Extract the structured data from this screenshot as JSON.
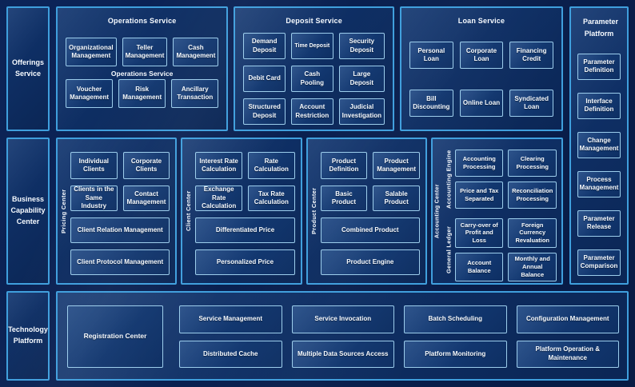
{
  "palette": {
    "background": "#0a2050",
    "section_border": "#3f9fdd",
    "box_border": "#9ccdec",
    "box_fill": "#16407e",
    "text": "#f7fbff"
  },
  "side_labels": {
    "offerings": "Offerings Service",
    "business": "Business Capability Center",
    "technology": "Technology Platform"
  },
  "operations": {
    "title": "Operations Service",
    "stray_label": "Operations Service",
    "row1": [
      "Organizational Management",
      "Teller Management",
      "Cash Management"
    ],
    "row2": [
      "Voucher Management",
      "Risk Management",
      "Ancillary Transaction"
    ]
  },
  "deposit": {
    "title": "Deposit Service",
    "items": [
      "Demand Deposit",
      "Time Deposit",
      "Security Deposit",
      "Debit Card",
      "Cash Pooling",
      "Large Deposit",
      "Structured Deposit",
      "Account Restriction",
      "Judicial Investigation"
    ]
  },
  "loan": {
    "title": "Loan Service",
    "items": [
      "Personal Loan",
      "Corporate Loan",
      "Financing Credit",
      "Bill Discounting",
      "Online Loan",
      "Syndicated Loan"
    ]
  },
  "parameter": {
    "title": "Parameter Platform",
    "items": [
      "Parameter Definition",
      "Interface Definition",
      "Change Management",
      "Process Management",
      "Parameter Release",
      "Parameter Comparison"
    ]
  },
  "pricing_center": {
    "label": "Pricing Center",
    "small": [
      "Individual Clients",
      "Corporate Clients",
      "Clients in the Same Industry",
      "Contact Management"
    ],
    "wide": [
      "Client Relation Management",
      "Client Protocol Management"
    ]
  },
  "client_center": {
    "label": "Client Center",
    "small": [
      "Interest Rate Calculation",
      "Rate Calculation",
      "Exchange Rate Calculation",
      "Tax Rate Calculation"
    ],
    "wide": [
      "Differentiated Price",
      "Personalized Price"
    ]
  },
  "product_center": {
    "label": "Product Center",
    "small": [
      "Product Definition",
      "Product Management",
      "Basic Product",
      "Salable Product"
    ],
    "wide": [
      "Combined Product",
      "Product Engine"
    ]
  },
  "accounting_center": {
    "label": "Accounting Center",
    "engine_label": "Accounting Engine",
    "ledger_label": "General Ledger",
    "engine_items": [
      "Accounting Processing",
      "Clearing Processing",
      "Price and Tax Separated",
      "Reconciliation Processing"
    ],
    "ledger_items": [
      "Carry-over of Profit and Loss",
      "Foreign Currency Revaluation",
      "Account Balance",
      "Monthly and Annual Balance"
    ]
  },
  "technology": {
    "registration": "Registration Center",
    "row1": [
      "Service Management",
      "Service Invocation",
      "Batch Scheduling",
      "Configuration Management"
    ],
    "row2": [
      "Distributed Cache",
      "Multiple Data Sources Access",
      "Platform Monitoring",
      "Platform Operation & Maintenance"
    ]
  }
}
